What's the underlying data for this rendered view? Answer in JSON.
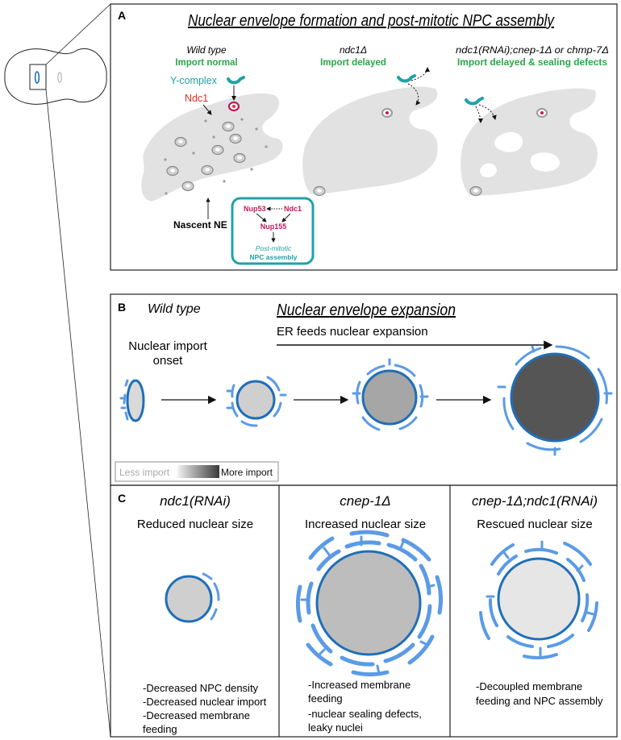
{
  "panelA": {
    "letter": "A",
    "title": "Nuclear envelope formation and post-mitotic NPC assembly",
    "wildtype": {
      "name": "Wild type",
      "status": "Import normal"
    },
    "ndc1": {
      "name": "ndc1Δ",
      "status": "Import delayed"
    },
    "combo": {
      "name": "ndc1(RNAi);cnep-1Δ or chmp-7Δ",
      "status": "Import delayed & sealing defects"
    },
    "ycomplex_label": "Y-complex",
    "ndc1_label": "Ndc1",
    "nascent_label": "Nascent NE",
    "inset": {
      "nup53": "Nup53",
      "ndc1": "Ndc1",
      "nup155": "Nup155",
      "line1": "Post-mitotic",
      "line2": "NPC assembly"
    }
  },
  "panelB": {
    "letter": "B",
    "wildtype": "Wild type",
    "title": "Nuclear envelope expansion",
    "er_feeds": "ER feeds nuclear expansion",
    "import_onset_1": "Nuclear import",
    "import_onset_2": "onset",
    "legend_less": "Less import",
    "legend_more": "More import"
  },
  "panelC": {
    "letter": "C",
    "col1": {
      "name": "ndc1(RNAi)",
      "subtitle": "Reduced nuclear size",
      "notes": [
        "-Decreased NPC density",
        "-Decreased nuclear import",
        "-Decreased membrane",
        "feeding"
      ]
    },
    "col2": {
      "name": "cnep-1Δ",
      "subtitle": "Increased nuclear size",
      "notes": [
        "-Increased membrane",
        "feeding",
        "-nuclear sealing defects,",
        "leaky nuclei"
      ]
    },
    "col3": {
      "name": "cnep-1Δ;ndc1(RNAi)",
      "subtitle": "Rescued nuclear size",
      "notes": [
        "-Decoupled membrane",
        "feeding and NPC assembly"
      ]
    }
  },
  "colors": {
    "green": "#2aa64a",
    "teal": "#1ea3a6",
    "red": "#e0302a",
    "magenta": "#c2185b",
    "membrane_blue": "#5b9be6",
    "nucleus_outline": "#1f6fb8",
    "grey_sheet": "#e2e2e2"
  }
}
